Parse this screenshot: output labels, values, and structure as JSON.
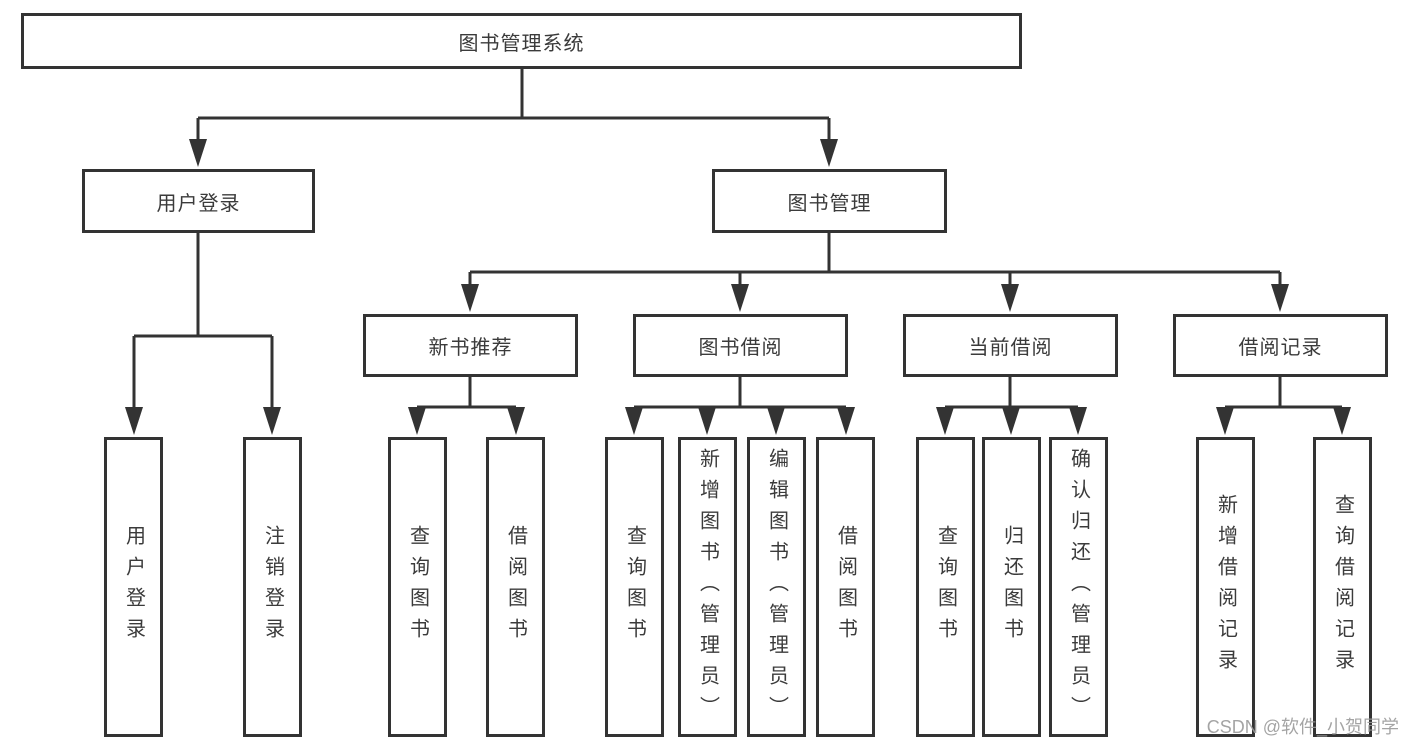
{
  "theme": {
    "line_color": "#333333",
    "text_color": "#3b3b3b",
    "watermark_color": "#9b9b9b",
    "background": "#ffffff"
  },
  "watermark": "CSDN @软件_小贺同学",
  "nodes": {
    "root": {
      "label": "图书管理系统"
    },
    "level2": [
      {
        "label": "用户登录"
      },
      {
        "label": "图书管理"
      }
    ],
    "level3": [
      {
        "label": "新书推荐"
      },
      {
        "label": "图书借阅"
      },
      {
        "label": "当前借阅"
      },
      {
        "label": "借阅记录"
      }
    ],
    "leaves": [
      {
        "label": "用户登录"
      },
      {
        "label": "注销登录"
      },
      {
        "label": "查询图书"
      },
      {
        "label": "借阅图书"
      },
      {
        "label": "查询图书"
      },
      {
        "label": "新增图书（管理员）"
      },
      {
        "label": "编辑图书（管理员）"
      },
      {
        "label": "借阅图书"
      },
      {
        "label": "查询图书"
      },
      {
        "label": "归还图书"
      },
      {
        "label": "确认归还（管理员）"
      },
      {
        "label": "新增借阅记录"
      },
      {
        "label": "查询借阅记录"
      }
    ]
  }
}
